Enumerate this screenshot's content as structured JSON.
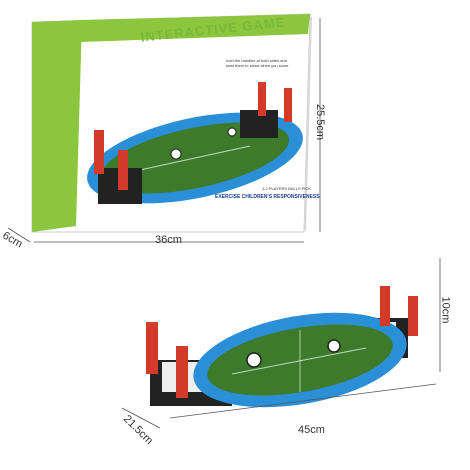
{
  "package": {
    "title": "INTERACTIVE GAME",
    "players_line": "1-2 PLAYERS  BALLS PICK",
    "tagline": "EXERCISE CHILDREN'S RESPONSIVENESS",
    "note": "hold the handles at both sides and twist them to shoot when you score"
  },
  "dimensions": {
    "box_width": "36cm",
    "box_height": "25.5cm",
    "box_depth": "6cm",
    "toy_width": "45cm",
    "toy_height": "10cm",
    "toy_depth": "21.5cm"
  },
  "colors": {
    "box_green": "#8cc63f",
    "field_green": "#3d7a2a",
    "rail_blue": "#2a8fd6",
    "handle_red": "#d23a2a",
    "base_black": "#222222"
  }
}
